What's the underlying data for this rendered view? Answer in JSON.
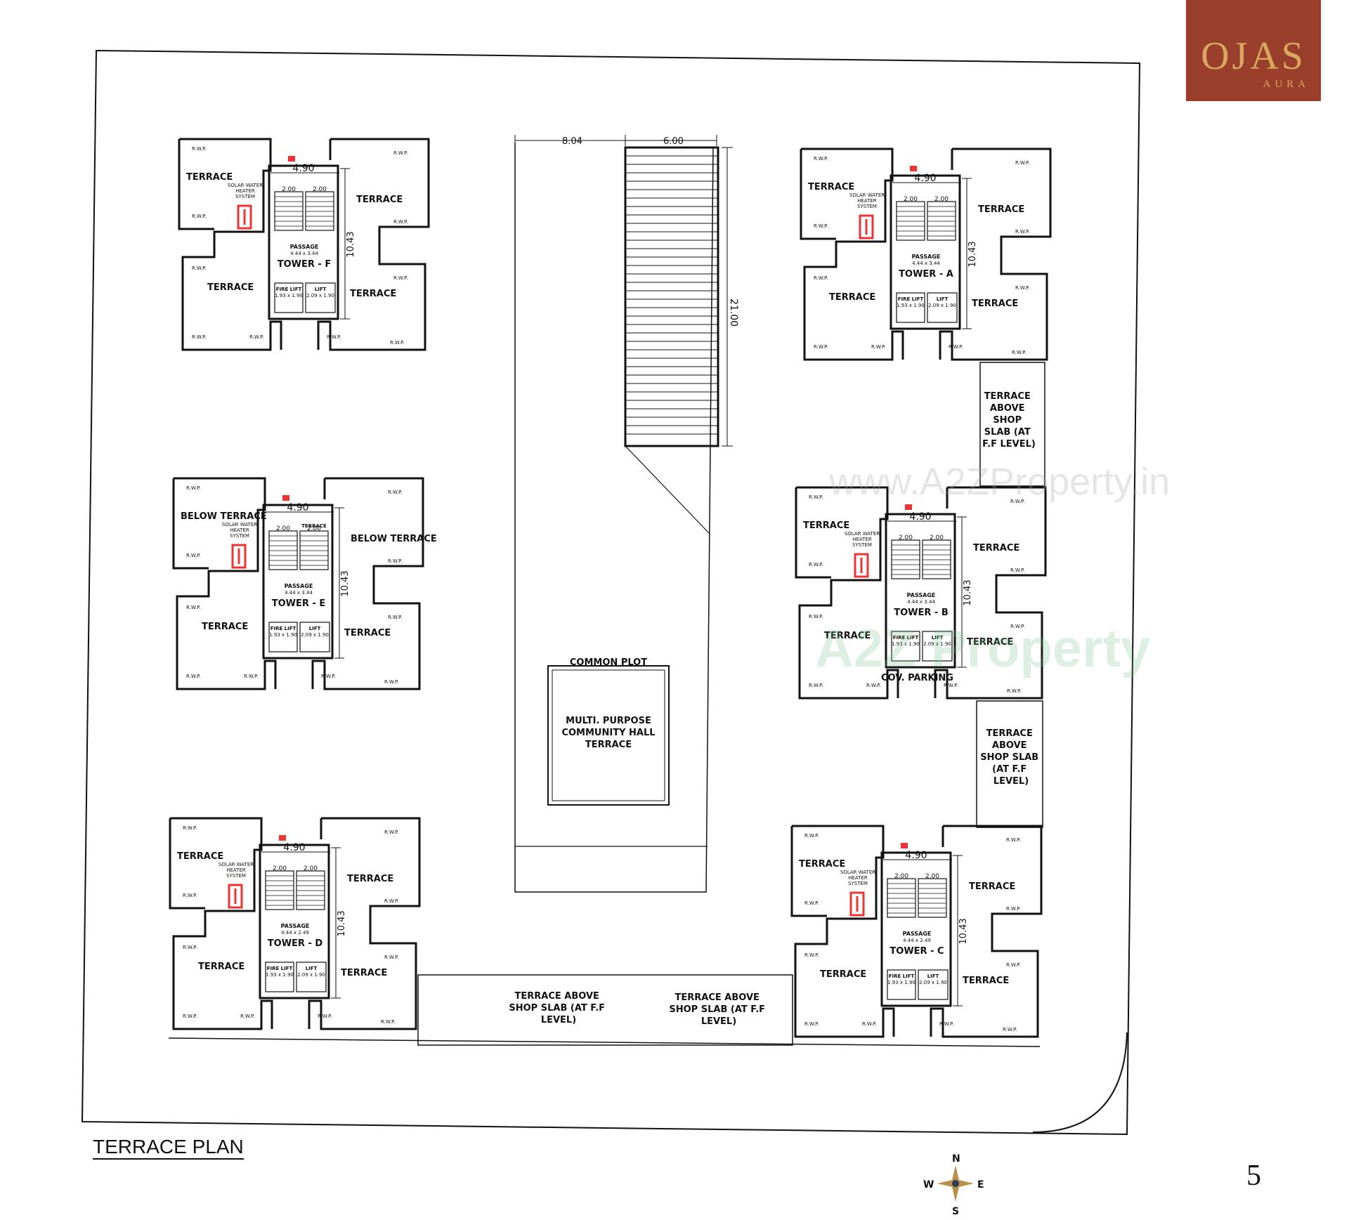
{
  "brand": {
    "name": "OJAS",
    "tagline": "AURA",
    "color": "#9b3f2d",
    "accent": "#d9a760"
  },
  "title": "TERRACE PLAN",
  "page_number": "5",
  "watermarks": {
    "url": "www.A2ZProperty.in",
    "brand": "A2Z Property"
  },
  "compass": {
    "n": "N",
    "s": "S",
    "e": "E",
    "w": "W"
  },
  "dims": {
    "d804": "8.04",
    "d600": "6.00",
    "d2100": "21.00",
    "d1043": "10.43",
    "d490": "4.90",
    "d200": "2.00"
  },
  "common": {
    "header": "COMMON PLOT",
    "hall_l1": "MULTI. PURPOSE",
    "hall_l2": "COMMUNITY HALL",
    "hall_l3": "TERRACE"
  },
  "cov_parking": "COV. PARKING",
  "shop_right1": [
    "TERRACE",
    "ABOVE",
    "SHOP",
    "SLAB (AT",
    "F.F LEVEL)"
  ],
  "shop_right2": [
    "TERRACE",
    "ABOVE",
    "SHOP SLAB",
    "(AT F.F",
    "LEVEL)"
  ],
  "shop_bottom1": [
    "TERRACE ABOVE",
    "SHOP SLAB (AT F.F",
    "LEVEL)"
  ],
  "shop_bottom2": [
    "TERRACE ABOVE",
    "SHOP SLAB (AT F.F",
    "LEVEL)"
  ],
  "rwp": "R.W.P.",
  "towers": [
    {
      "id": "F",
      "name": "TOWER - F",
      "tl": "TERRACE",
      "tr": "TERRACE",
      "bl": "TERRACE",
      "br": "TERRACE",
      "passage": "PASSAGE",
      "psize": "4.44 x 3.44",
      "solar1": "SOLAR WATER",
      "solar2": "HEATER",
      "solar3": "SYSTEM",
      "fire": "FIRE LIFT",
      "fsize": "1.93 x 1.90",
      "lift": "LIFT",
      "lsize": "2.09 x 1.90"
    },
    {
      "id": "A",
      "name": "TOWER - A",
      "tl": "TERRACE",
      "tr": "TERRACE",
      "bl": "TERRACE",
      "br": "TERRACE",
      "passage": "PASSAGE",
      "psize": "4.44 x 3.44",
      "solar1": "SOLAR WATER",
      "solar2": "HEATER",
      "solar3": "SYSTEM",
      "fire": "FIRE LIFT",
      "fsize": "1.93 x 1.90",
      "lift": "LIFT",
      "lsize": "2.09 x 1.90"
    },
    {
      "id": "E",
      "name": "TOWER - E",
      "tl": "BELOW TERRACE",
      "tr": "BELOW TERRACE",
      "bl": "TERRACE",
      "br": "TERRACE",
      "passage": "PASSAGE",
      "psize": "4.44 x 3.44",
      "solar1": "SOLAR WATER",
      "solar2": "HEATER",
      "solar3": "SYSTEM",
      "fire": "FIRE LIFT",
      "fsize": "1.93 x 1.90",
      "lift": "LIFT",
      "lsize": "2.09 x 1.90",
      "stair_note": "TERRACE"
    },
    {
      "id": "B",
      "name": "TOWER - B",
      "tl": "TERRACE",
      "tr": "TERRACE",
      "bl": "TERRACE",
      "br": "TERRACE",
      "passage": "PASSAGE",
      "psize": "4.44 x 3.44",
      "solar1": "SOLAR WATER",
      "solar2": "HEATER",
      "solar3": "SYSTEM",
      "fire": "FIRE LIFT",
      "fsize": "1.93 x 1.90",
      "lift": "LIFT",
      "lsize": "2.09 x 1.90"
    },
    {
      "id": "D",
      "name": "TOWER - D",
      "tl": "TERRACE",
      "tr": "TERRACE",
      "bl": "TERRACE",
      "br": "TERRACE",
      "passage": "PASSAGE",
      "psize": "4.44 x 2.49",
      "solar1": "SOLAR WATER",
      "solar2": "HEATER",
      "solar3": "SYSTEM",
      "fire": "FIRE LIFT",
      "fsize": "1.93 x 1.90",
      "lift": "LIFT",
      "lsize": "2.09 x 1.90"
    },
    {
      "id": "C",
      "name": "TOWER - C",
      "tl": "TERRACE",
      "tr": "TERRACE",
      "bl": "TERRACE",
      "br": "TERRACE",
      "passage": "PASSAGE",
      "psize": "4.44 x 2.49",
      "solar1": "SOLAR WATER",
      "solar2": "HEATER",
      "solar3": "SYSTEM",
      "fire": "FIRE LIFT",
      "fsize": "1.93 x 1.90",
      "lift": "LIFT",
      "lsize": "2.09 x 1.90"
    }
  ]
}
